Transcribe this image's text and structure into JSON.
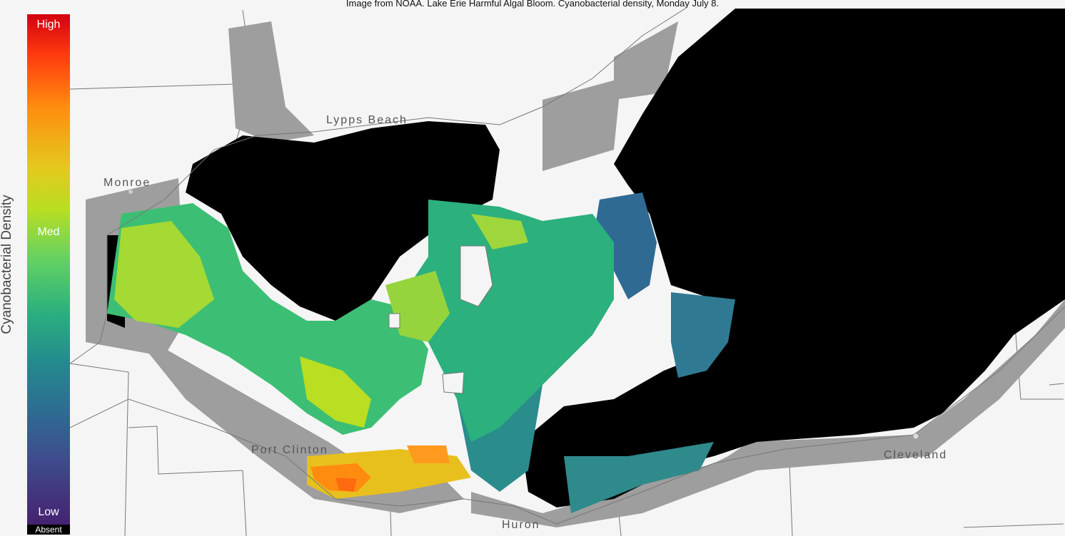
{
  "caption": "Image from NOAA. Lake Erie Harmful Algal Bloom. Cyanobacterial density, Monday July 8.",
  "legend": {
    "title": "Cyanobacterial Density",
    "high": "High",
    "med": "Med",
    "low": "Low",
    "absent": "Absent",
    "gradient_colors": [
      "#d40010",
      "#ff8c0f",
      "#b9de22",
      "#2bb07e",
      "#2f6a93",
      "#45206f"
    ]
  },
  "colors": {
    "land": "#f5f5f5",
    "no_data": "#000000",
    "cloud": "#9e9e9e",
    "low_density": "#2f6a93",
    "med_density": "#2bb07e",
    "med_high_density": "#b9de22",
    "high_density": "#ff8c0f"
  },
  "places": {
    "lypps_beach": "Lypps Beach",
    "monroe": "Monroe",
    "port_clinton": "Port Clinton",
    "cleveland": "Cleveland",
    "huron": "Huron"
  }
}
